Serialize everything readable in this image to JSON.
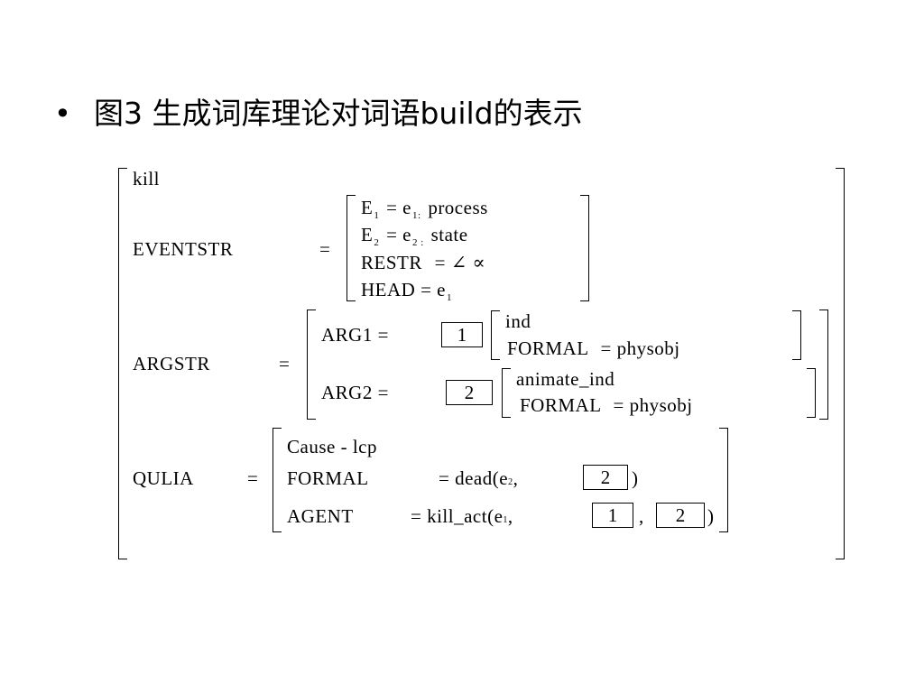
{
  "slide": {
    "bullet": "•",
    "title": "图3 生成词库理论对词语build的表示"
  },
  "avm": {
    "head": "kill",
    "eventstr": {
      "label": "EVENTSTR",
      "eq": "=",
      "rows": [
        {
          "lhs": "E",
          "sub": "1",
          "rhs": "= e",
          "rsub": "1:",
          "val": "process"
        },
        {
          "lhs": "E",
          "sub": "2",
          "rhs": "= e",
          "rsub": "2 :",
          "val": "state"
        },
        {
          "text": "RESTR",
          "rhs": "= ∠ ∝"
        },
        {
          "text": "HEAD",
          "rhs": "= e",
          "rsub": "1"
        }
      ]
    },
    "argstr": {
      "label": "ARGSTR",
      "eq": "=",
      "arg1": {
        "label": "ARG1 =",
        "tag": "1",
        "type": "ind",
        "formal": "FORMAL",
        "formal_val": "= physobj"
      },
      "arg2": {
        "label": "ARG2 =",
        "tag": "2",
        "type": "animate_ind",
        "formal": "FORMAL",
        "formal_val": "= physobj"
      }
    },
    "qualia": {
      "label": "QULIA",
      "eq": "=",
      "cause": "Cause - lcp",
      "formal_label": "FORMAL",
      "formal_pre": "= dead(e",
      "formal_sub": "2",
      "formal_comma": ",",
      "formal_tag": "2",
      "formal_close": ")",
      "agent_label": "AGENT",
      "agent_pre": "= kill_act(e",
      "agent_sub": "1",
      "agent_comma1": ",",
      "agent_tag1": "1",
      "agent_comma2": ",",
      "agent_tag2": "2",
      "agent_close": ")"
    }
  }
}
